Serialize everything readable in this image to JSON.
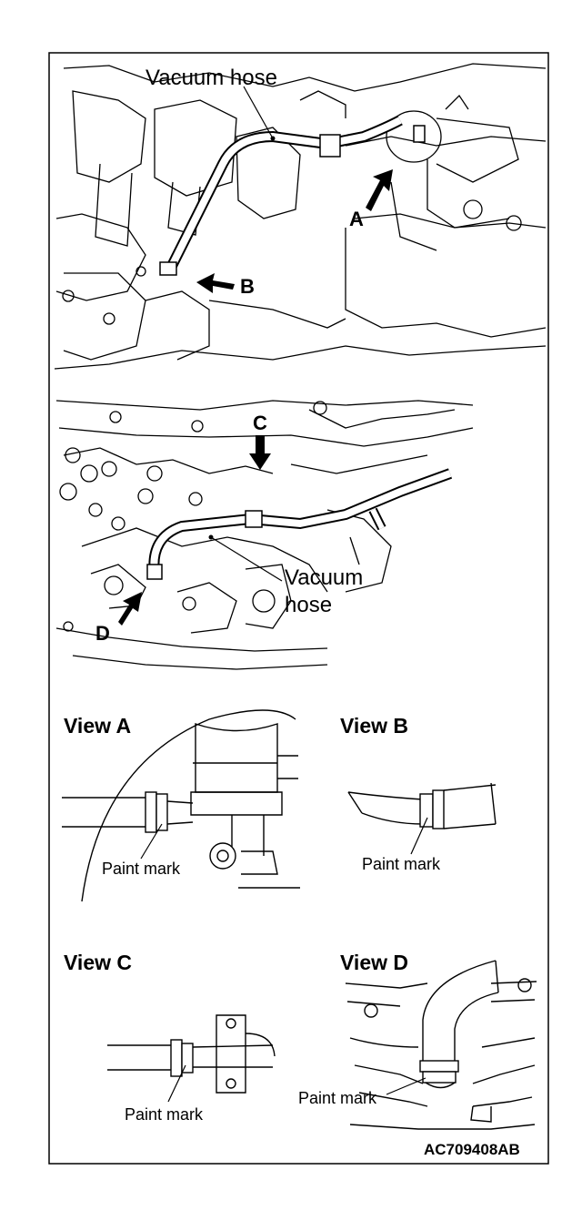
{
  "labels": {
    "vacuum_hose_top": "Vacuum hose",
    "vacuum_hose_mid_1": "Vacuum",
    "vacuum_hose_mid_2": "hose",
    "arrow_a": "A",
    "arrow_b": "B",
    "arrow_c": "C",
    "arrow_d": "D",
    "view_a": "View A",
    "view_b": "View B",
    "view_c": "View C",
    "view_d": "View D",
    "paint_mark": "Paint mark",
    "figure_code": "AC709408AB"
  }
}
